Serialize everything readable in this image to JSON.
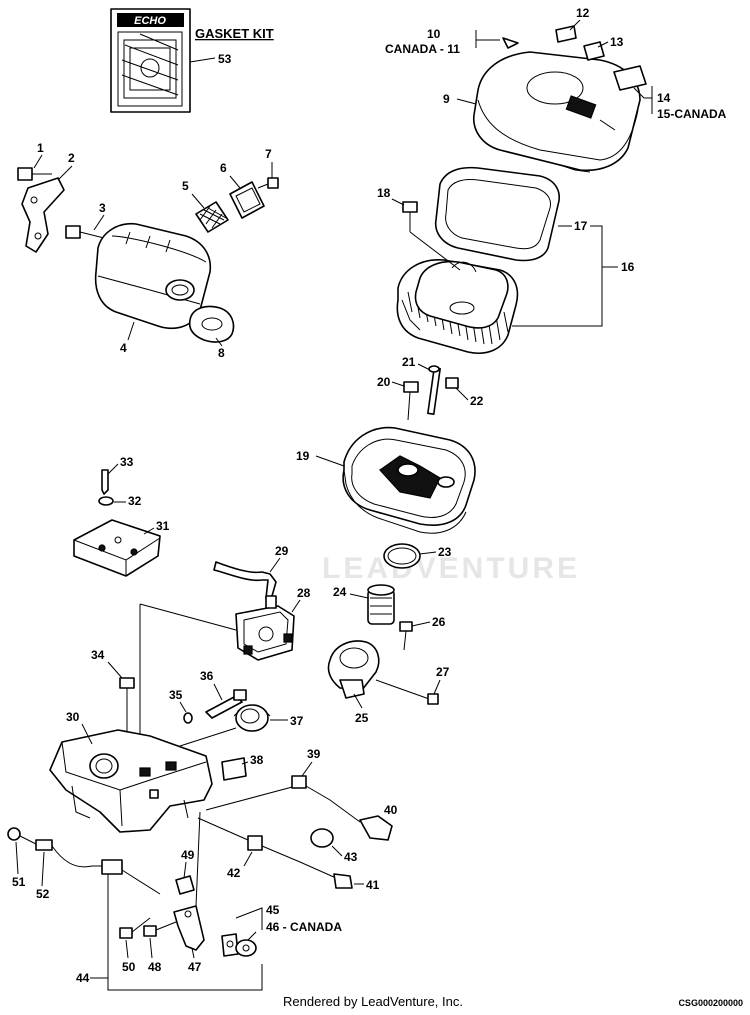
{
  "kit": {
    "brand": "ECHO",
    "title": "GASKET KIT"
  },
  "watermark": "LEADVENTURE",
  "footer": {
    "credit": "Rendered by LeadVenture, Inc.",
    "code": "CSG000200000"
  },
  "callouts": {
    "c1": "1",
    "c2": "2",
    "c3": "3",
    "c4": "4",
    "c5": "5",
    "c6": "6",
    "c7": "7",
    "c8": "8",
    "c9": "9",
    "c10": "10",
    "c11": "CANADA - 11",
    "c12": "12",
    "c13": "13",
    "c14": "14",
    "c15": "15-CANADA",
    "c16": "16",
    "c17": "17",
    "c18": "18",
    "c19": "19",
    "c20": "20",
    "c21": "21",
    "c22": "22",
    "c23": "23",
    "c24": "24",
    "c25": "25",
    "c26": "26",
    "c27": "27",
    "c28": "28",
    "c29": "29",
    "c30": "30",
    "c31": "31",
    "c32": "32",
    "c33": "33",
    "c34": "34",
    "c35": "35",
    "c36": "36",
    "c37": "37",
    "c38": "38",
    "c39": "39",
    "c40": "40",
    "c41": "41",
    "c42": "42",
    "c43": "43",
    "c44": "44",
    "c45": "45",
    "c46": "46 - CANADA",
    "c47": "47",
    "c48": "48",
    "c49": "49",
    "c50": "50",
    "c51": "51",
    "c52": "52",
    "c53": "53"
  }
}
